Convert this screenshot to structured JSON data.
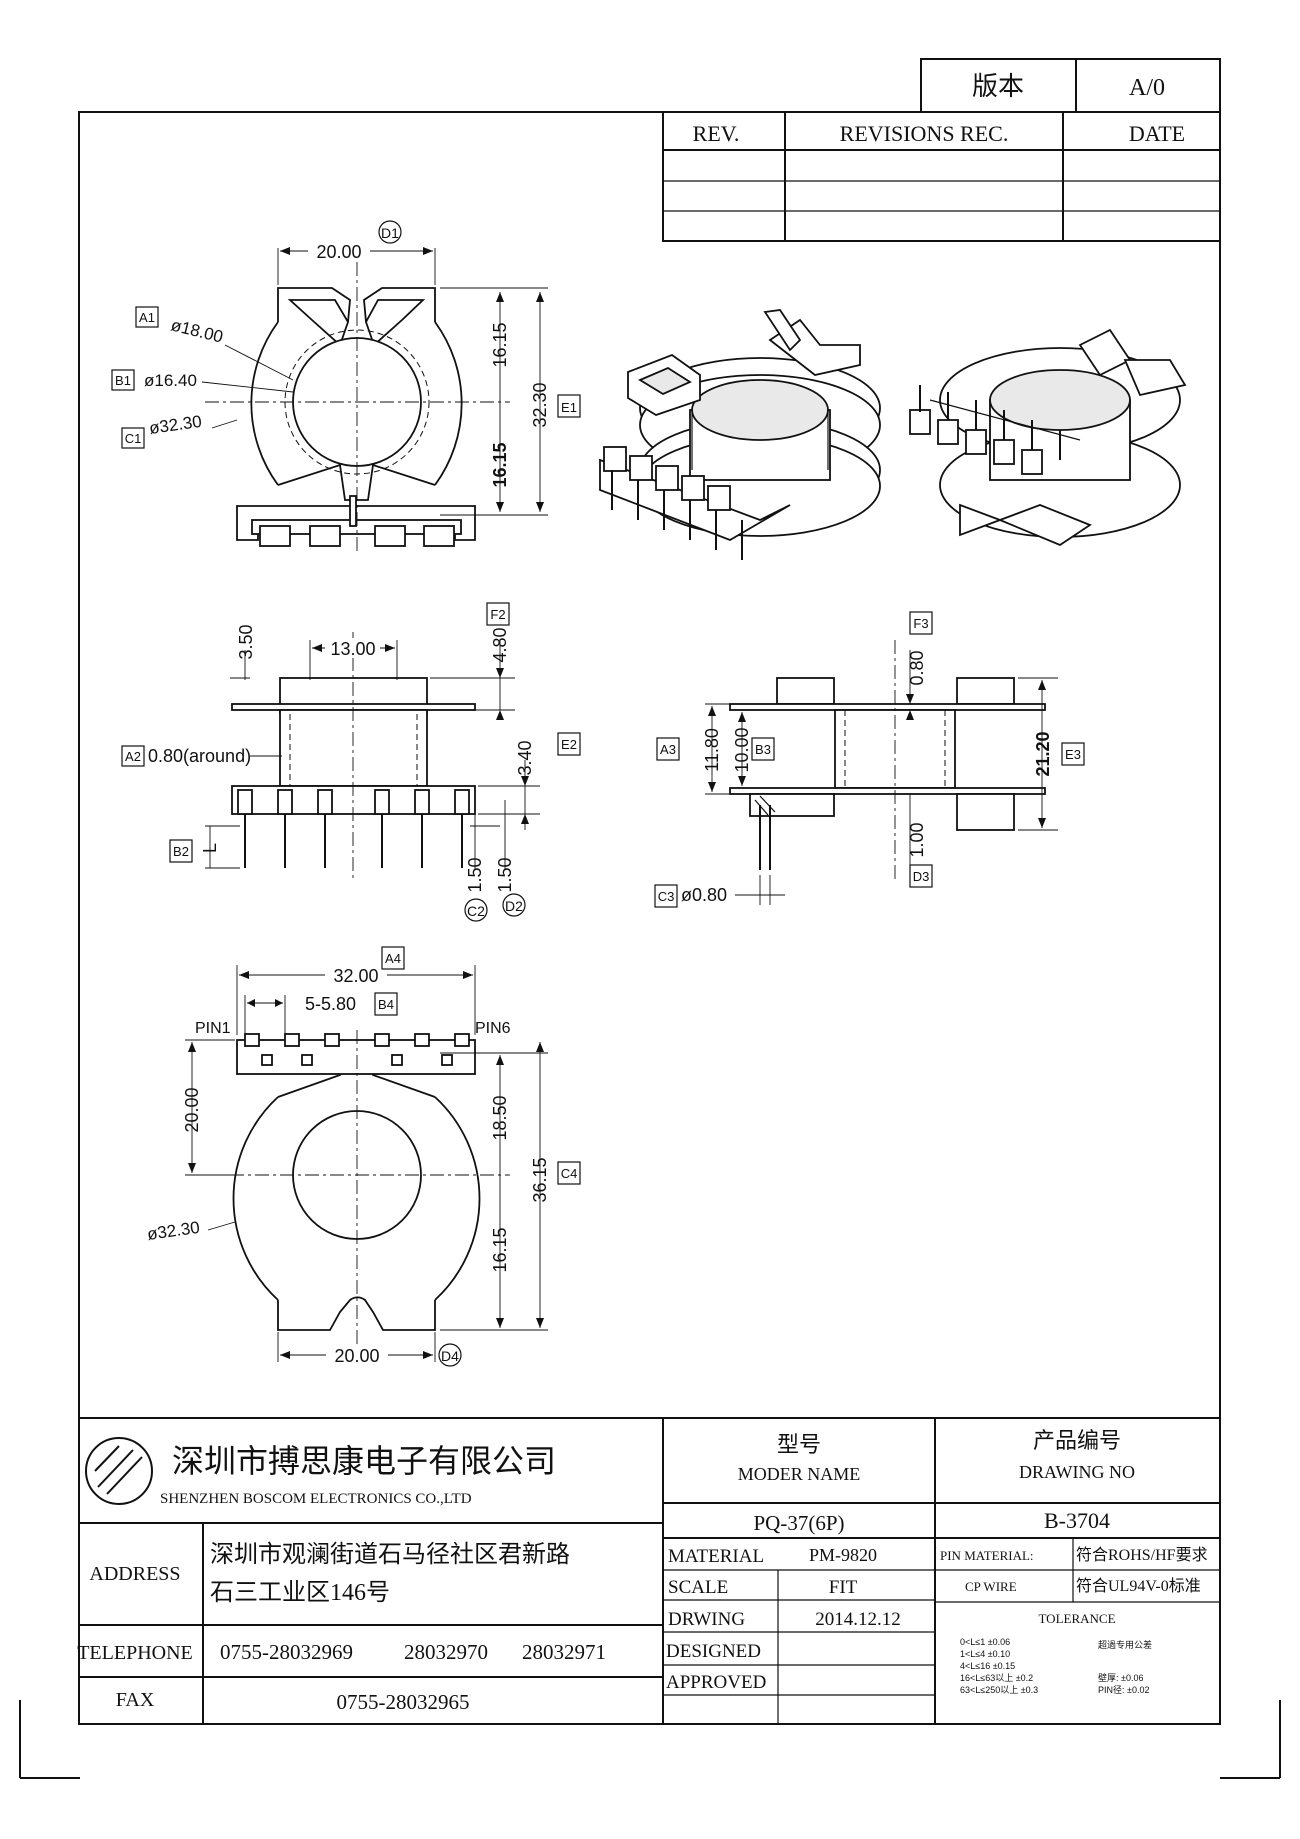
{
  "revision_box": {
    "label": "版本",
    "value": "A/0"
  },
  "revisions_table": {
    "headers": [
      "REV.",
      "REVISIONS REC.",
      "DATE"
    ]
  },
  "view_top": {
    "dims": {
      "width": "20.00",
      "od1": "ø18.00",
      "od2": "ø16.40",
      "od3": "ø32.30",
      "upper": "16.15",
      "lower": "16.15",
      "total": "32.30"
    },
    "tags": {
      "d1": "D1",
      "a1": "A1",
      "b1": "B1",
      "c1": "C1",
      "e1": "E1"
    }
  },
  "view_front": {
    "dims": {
      "flange": "3.50",
      "core": "13.00",
      "top_h": "4.80",
      "wall": "0.80(around)",
      "bot_h": "3.40",
      "pin_l": "L",
      "pin_a": "1.50",
      "pin_b": "1.50"
    },
    "tags": {
      "f2": "F2",
      "a2": "A2",
      "e2": "E2",
      "b2": "B2",
      "c2": "C2",
      "d2": "D2"
    }
  },
  "view_side": {
    "dims": {
      "top": "0.80",
      "outer": "11.80",
      "inner": "10.00",
      "height": "21.20",
      "base": "1.00",
      "pin": "ø0.80"
    },
    "tags": {
      "f3": "F3",
      "a3": "A3",
      "b3": "B3",
      "e3": "E3",
      "c3": "C3",
      "d3": "D3"
    }
  },
  "view_bottom": {
    "dims": {
      "width": "32.00",
      "pitch": "5-5.80",
      "h1": "20.00",
      "h2": "18.50",
      "h3": "16.15",
      "total": "36.15",
      "od": "ø32.30",
      "slot": "20.00"
    },
    "tags": {
      "a4": "A4",
      "b4": "B4",
      "c4": "C4",
      "d4": "D4"
    },
    "pin_left": "PIN1",
    "pin_right": "PIN6"
  },
  "title_block": {
    "company_cn": "深圳市搏思康电子有限公司",
    "company_en": "SHENZHEN BOSCOM ELECTRONICS CO.,LTD",
    "address_label": "ADDRESS",
    "address_line1": "深圳市观澜街道石马径社区君新路",
    "address_line2": "石三工业区146号",
    "telephone_label": "TELEPHONE",
    "tel1": "0755-28032969",
    "tel2": "28032970",
    "tel3": "28032971",
    "fax_label": "FAX",
    "fax": "0755-28032965",
    "model_cn": "型号",
    "model_en": "MODER NAME",
    "model_value": "PQ-37(6P)",
    "drawing_cn": "产品编号",
    "drawing_en": "DRAWING NO",
    "drawing_value": "B-3704",
    "material_label": "MATERIAL",
    "material_value": "PM-9820",
    "scale_label": "SCALE",
    "scale_value": "FIT",
    "drwing_label": "DRWING",
    "drwing_value": "2014.12.12",
    "designed_label": "DESIGNED",
    "approved_label": "APPROVED",
    "pin_material_label": "PIN MATERIAL:",
    "pin_material_value": "CP WIRE",
    "rohs": "符合ROHS/HF要求",
    "ul": "符合UL94V-0标准",
    "tolerance_label": "TOLERANCE",
    "tol_rows": [
      "0<L≤1    ±0.06",
      "1<L≤4    ±0.10",
      "4<L≤16    ±0.15",
      "16<L≤63以上  ±0.2",
      "63<L≤250以上  ±0.3"
    ],
    "tol_note": "超過专用公差",
    "tol_wall": "壁厚:  ±0.06",
    "tol_pin": "PIN径: ±0.02"
  }
}
